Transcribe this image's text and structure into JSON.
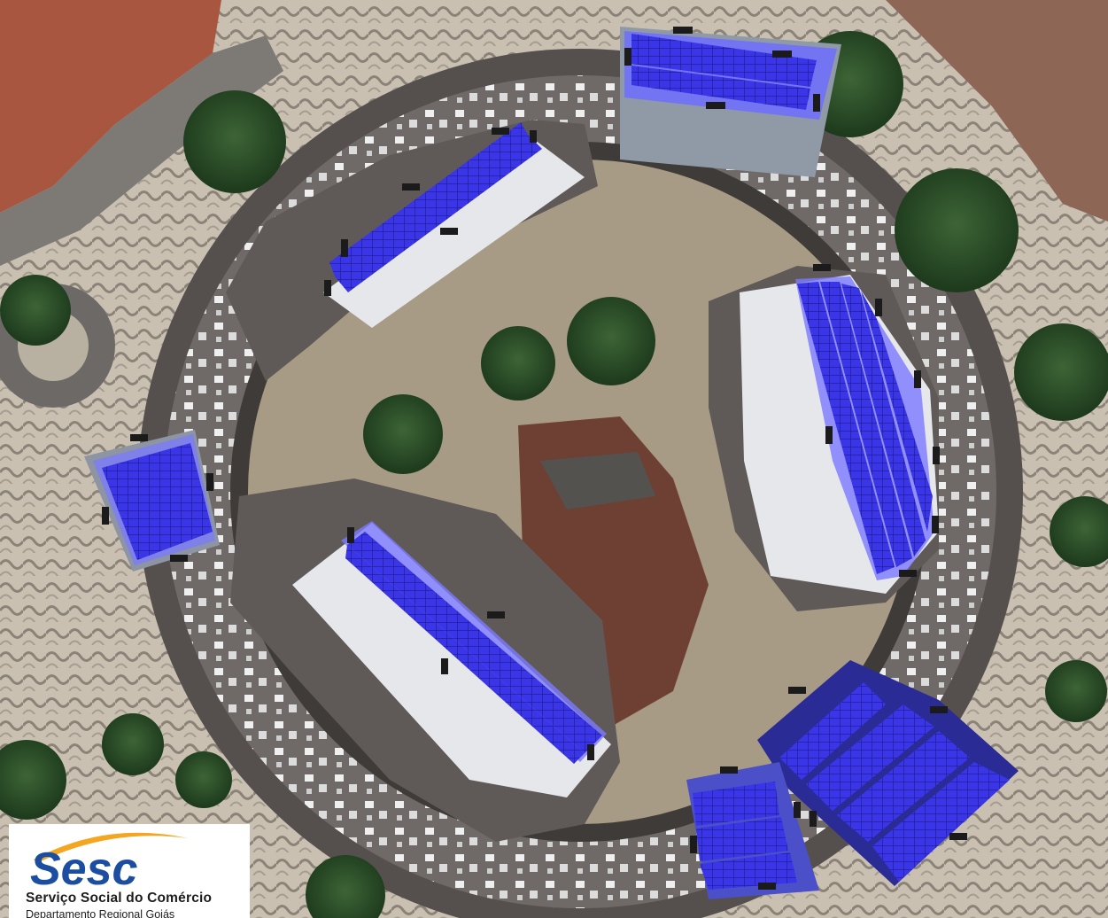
{
  "scene": {
    "subject": "aerial-view-building-rooftop-solar-arrays",
    "panel_color": "#3a36e8",
    "panel_shade_color": "#6f6dff",
    "roof_color": "#e7e8ec",
    "walkway_color": "#6f6a67",
    "tree_color": "#2b4a26"
  },
  "logo": {
    "wordmark": "Sesc",
    "name": "Serviço Social do Comércio",
    "subtitle": "Departamento Regional Goiás",
    "brand_blue": "#1b4ea1",
    "brand_orange": "#f4a620"
  }
}
